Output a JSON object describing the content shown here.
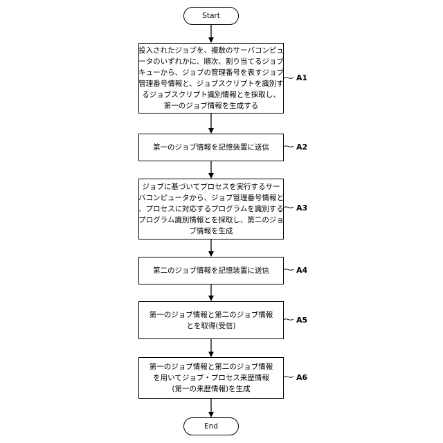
{
  "terminals": {
    "start": "Start",
    "end": "End"
  },
  "steps": [
    {
      "label": "A1",
      "lines": [
        "投入されたジョブを、複数のサーバコンピュ",
        "ータのいずれかに、順次、割り当てるジョブ",
        "キューから、ジョブの管理番号を表すジョブ",
        "管理番号情報と、ジョブスクリプトを識別す",
        "るジョブスクリプト識別情報とを採取し、",
        "第一のジョブ情報を生成する"
      ]
    },
    {
      "label": "A2",
      "lines": [
        "第一のジョブ情報を記憶装置に送信"
      ]
    },
    {
      "label": "A3",
      "lines": [
        "ジョブに基づいてプロセスを実行するサー",
        "バコンピュータから、ジョブ管理番号情報と",
        "、プロセスに対応するプログラムを識別する",
        "プログラム識別情報とを採取し、第二のジョ",
        "ブ情報を生成"
      ]
    },
    {
      "label": "A4",
      "lines": [
        "第二のジョブ情報を記憶装置に送信"
      ]
    },
    {
      "label": "A5",
      "lines": [
        "第一のジョブ情報と第二のジョブ情報",
        "とを取得(受信)"
      ]
    },
    {
      "label": "A6",
      "lines": [
        "第一のジョブ情報と第二のジョブ情報",
        "を用いてジョブ・プロセス来歴情報",
        "(第一の来歴情報)を生成"
      ]
    }
  ]
}
